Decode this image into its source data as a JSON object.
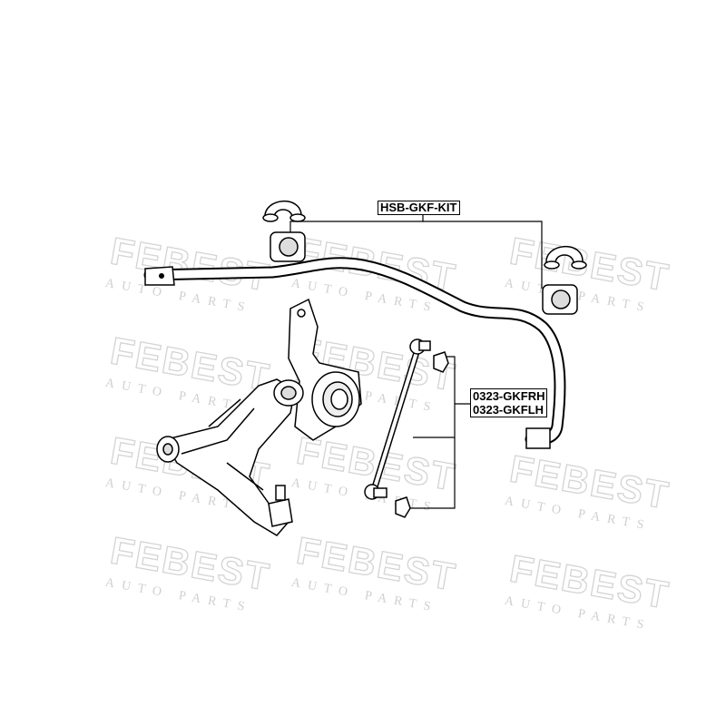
{
  "watermark": {
    "brand": "FEBEST",
    "sub": "AUTO PARTS"
  },
  "labels": {
    "bushing_kit": "HSB-GKF-KIT",
    "link_right": "0323-GKFRH",
    "link_left": "0323-GKFLH"
  }
}
